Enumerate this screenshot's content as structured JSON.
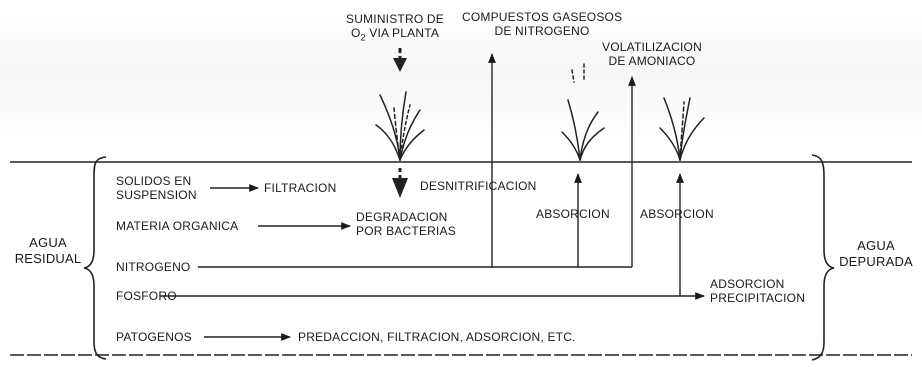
{
  "diagram": {
    "top": {
      "supply_line1": "SUMINISTRO DE",
      "supply_line2_prefix": "O",
      "supply_line2_sub": "2",
      "supply_line2_suffix": " VIA PLANTA",
      "gases_line1": "COMPUESTOS GASEOSOS",
      "gases_line2": "DE NITROGENO",
      "volat_line1": "VOLATILIZACION",
      "volat_line2": "DE AMONIACO"
    },
    "left_label": [
      "AGUA",
      "RESIDUAL"
    ],
    "right_label": [
      "AGUA",
      "DEPURADA"
    ],
    "inputs": {
      "solids_line1": "SOLIDOS EN",
      "solids_line2": "SUSPENSION",
      "organic": "MATERIA ORGANICA",
      "nitrogen": "NITROGENO",
      "phosphorus": "FOSFORO",
      "pathogens": "PATOGENOS"
    },
    "processes": {
      "filtration": "FILTRACION",
      "degradation_line1": "DEGRADACION",
      "degradation_line2": "POR BACTERIAS",
      "denitrification": "DESNITRIFICACION",
      "absorption_1": "ABSORCION",
      "absorption_2": "ABSORCION",
      "adsorption_line1": "ADSORCION",
      "adsorption_line2": "PRECIPITACION",
      "pathogen_removal": "PREDACCION, FILTRACION, ADSORCION, ETC."
    }
  }
}
